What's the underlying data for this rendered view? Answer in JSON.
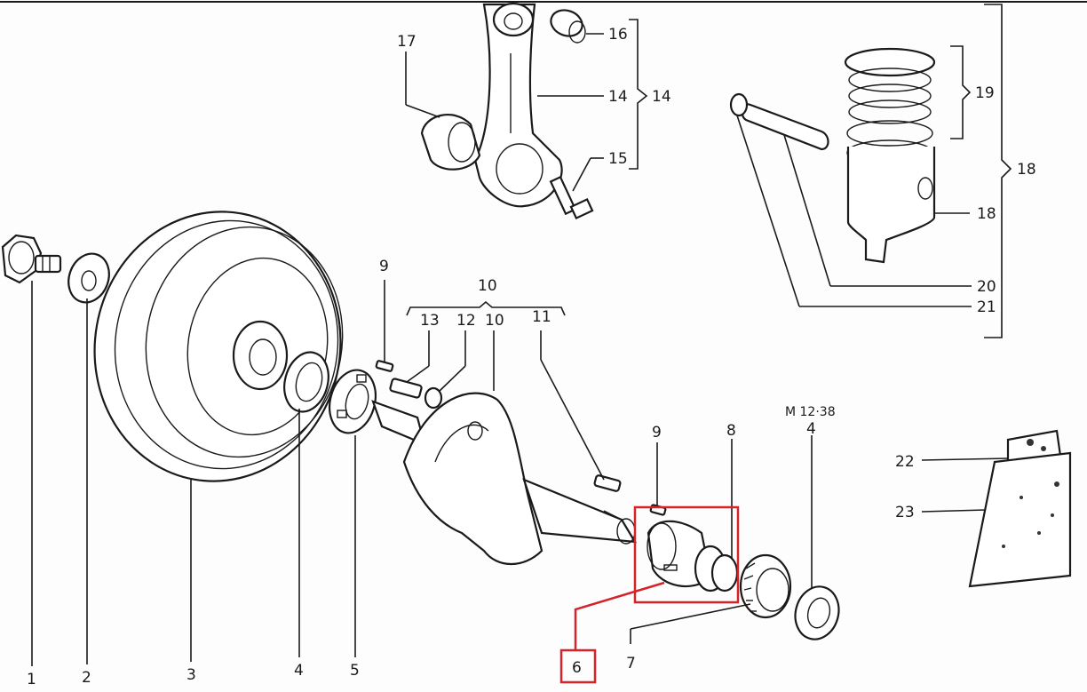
{
  "callouts": {
    "c1": "1",
    "c2": "2",
    "c3": "3",
    "c4": "4",
    "c5": "5",
    "c6": "6",
    "c7": "7",
    "c8": "8",
    "c9a": "9",
    "c9b": "9",
    "c10top": "10",
    "c10": "10",
    "c11": "11",
    "c12": "12",
    "c13": "13",
    "c14a": "14",
    "c14b": "14",
    "c15": "15",
    "c16": "16",
    "c17": "17",
    "c18a": "18",
    "c18b": "18",
    "c19": "19",
    "c20": "20",
    "c21": "21",
    "c22": "22",
    "c23": "23",
    "c4b": "4"
  },
  "annotation": {
    "code": "M 12·38"
  },
  "highlight": {
    "color": "#d6232a",
    "label": "6"
  }
}
